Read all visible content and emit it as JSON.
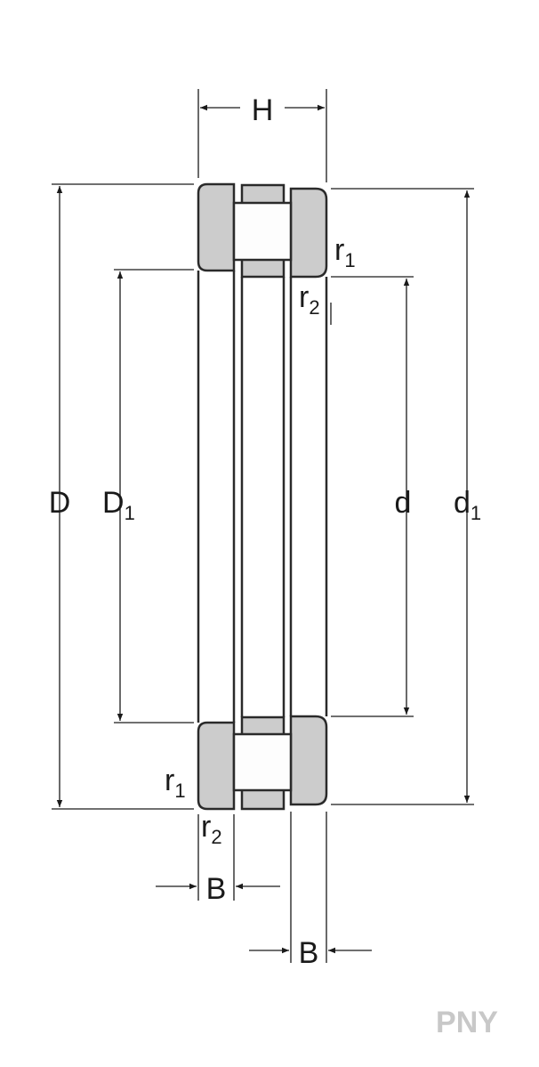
{
  "title": "Axial cylindrical roller bearing dimensions",
  "labels": {
    "H": "H",
    "D": "D",
    "D1": "D",
    "D1_sub": "1",
    "d": "d",
    "d1": "d",
    "d1_sub": "1",
    "r": "r",
    "r1_sub": "1",
    "r2_sub": "2",
    "B": "B"
  },
  "logo": "PNY",
  "colors": {
    "part_fill": "#cccccc",
    "line": "#1a1a1a",
    "logo": "#c8c8c8"
  }
}
